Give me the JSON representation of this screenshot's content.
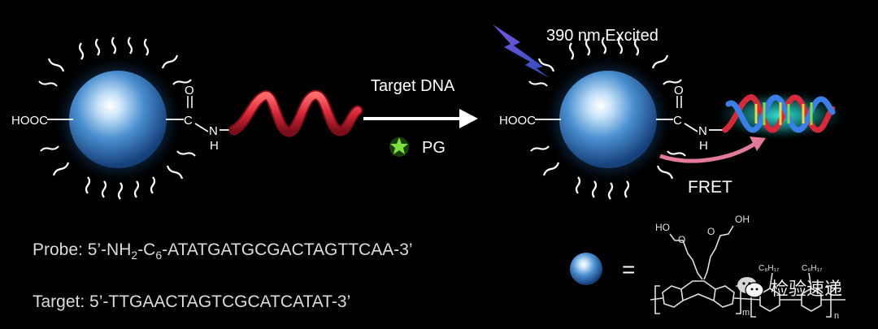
{
  "labels": {
    "hooc_left": "HOOC",
    "hooc_right": "HOOC",
    "carbonyl_o": "O",
    "carbon_c": "C",
    "amide_n": "N",
    "amide_h": "H",
    "arrow_label": "Target DNA",
    "pg_label": "PG",
    "excitation": "390 nm Excited",
    "fret": "FRET",
    "equals": "="
  },
  "sequences": {
    "probe_prefix": "Probe: 5’-NH",
    "probe_sub1": "2",
    "probe_mid": "-C",
    "probe_sub2": "6",
    "probe_suffix": "-ATATGATGCGACTAGTTCAA-3’",
    "target": "Target: 5’-TTGAACTAGTCGCATCATAT-3’"
  },
  "structure": {
    "oh_left": "HO",
    "oh_right": "OH",
    "o_left": "O",
    "o_right": "O",
    "c8_left": "C₈H₁₇",
    "c8_right": "C₈H₁₇",
    "m_sub": "m",
    "n_sub": "n"
  },
  "watermark": "检验速递",
  "colors": {
    "sphere": "#4a8fd0",
    "helix_red": "#d8283a",
    "glow": "#21c4c0",
    "fret_arrow": "#e37a9a",
    "pg_star": "#6fd02c"
  }
}
